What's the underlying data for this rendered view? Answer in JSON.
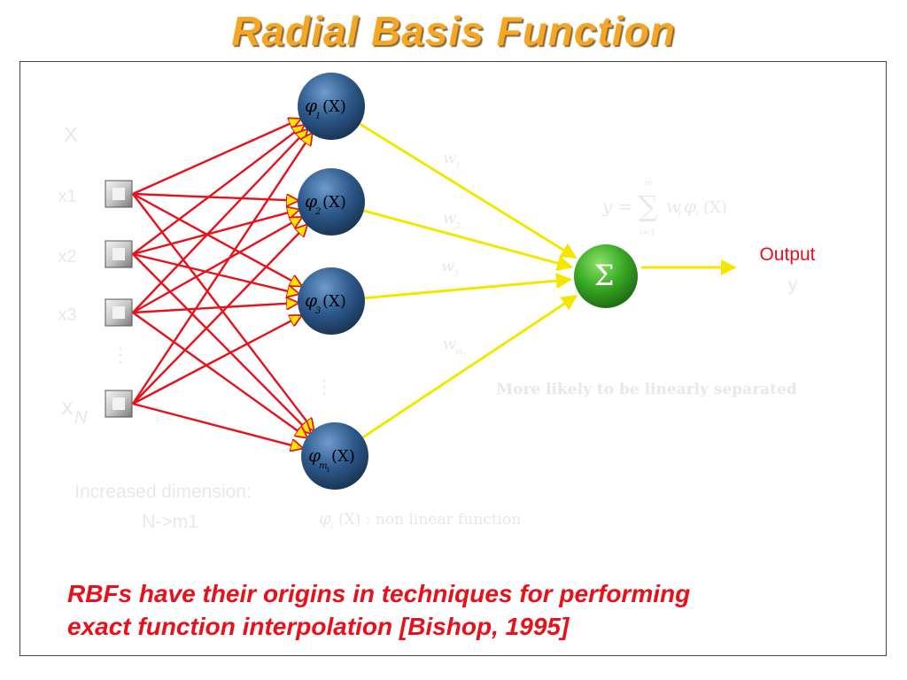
{
  "title": "Radial Basis Function",
  "input_vector_label": "X",
  "inputs": [
    {
      "label": "x1"
    },
    {
      "label": "x2"
    },
    {
      "label": "x3"
    },
    {
      "label": "x",
      "sub": "N"
    }
  ],
  "hidden_nodes": [
    {
      "phi": "φ",
      "sub": "1",
      "arg": "(X)"
    },
    {
      "phi": "φ",
      "sub": "2",
      "arg": "(X)"
    },
    {
      "phi": "φ",
      "sub": "3",
      "arg": "(X)"
    },
    {
      "phi": "φ",
      "sub": "m",
      "subsub": "1",
      "arg": "(X)"
    }
  ],
  "weights": [
    {
      "w": "w",
      "sub": "1"
    },
    {
      "w": "w",
      "sub": "2"
    },
    {
      "w": "w",
      "sub": "3"
    },
    {
      "w": "w",
      "sub": "m",
      "subsub": "1"
    }
  ],
  "sum_symbol": "Σ",
  "output_label": "Output",
  "output_var": "y",
  "formula": {
    "lhs": "y =",
    "sum": "∑",
    "upper": "m",
    "lower": "i=1",
    "term": "w",
    "term_sub": "i",
    "phi": "φ",
    "phi_sub": "i",
    "arg": "(X)"
  },
  "separation_note": "More likely to be linearly separated",
  "dimension_note_1": "Increased dimension:",
  "dimension_note_2": "N->m1",
  "nonlinear_note": {
    "phi": "φ",
    "sub": "i",
    "text": "(X) : non  linear  function"
  },
  "caption_line1": "RBFs have their origins in techniques for performing",
  "caption_line2": "exact function interpolation [Bishop, 1995]",
  "colors": {
    "title": "#f5a623",
    "input_to_hidden": "#e8101a",
    "hidden_to_output": "#f5e600",
    "hidden_node": "#2e5a8c",
    "output_node": "#3aa825",
    "caption": "#e8101a"
  }
}
